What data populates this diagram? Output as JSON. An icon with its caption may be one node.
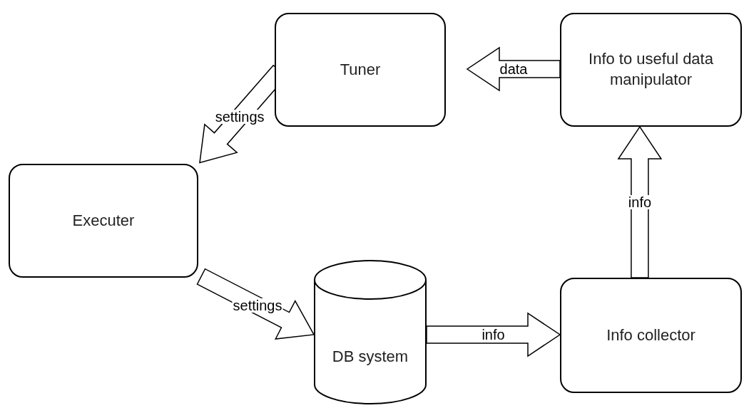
{
  "diagram": {
    "nodes": [
      {
        "text": [
          "Tuner"
        ]
      },
      {
        "text": [
          "Info to useful data manipulator"
        ]
      },
      {
        "text": [
          "Executer"
        ]
      },
      {
        "text": [
          "DB system"
        ]
      },
      {
        "text": [
          "Info collector"
        ]
      }
    ],
    "edges": [
      {
        "from": 0,
        "to": 2,
        "arrow": "to",
        "label": "settings"
      },
      {
        "from": 2,
        "to": 3,
        "arrow": "to",
        "label": "settings"
      },
      {
        "from": 3,
        "to": 4,
        "arrow": "to",
        "label": "info"
      },
      {
        "from": 4,
        "to": 1,
        "arrow": "to",
        "label": "info"
      },
      {
        "from": 1,
        "to": 0,
        "arrow": "to",
        "label": "data"
      }
    ]
  }
}
